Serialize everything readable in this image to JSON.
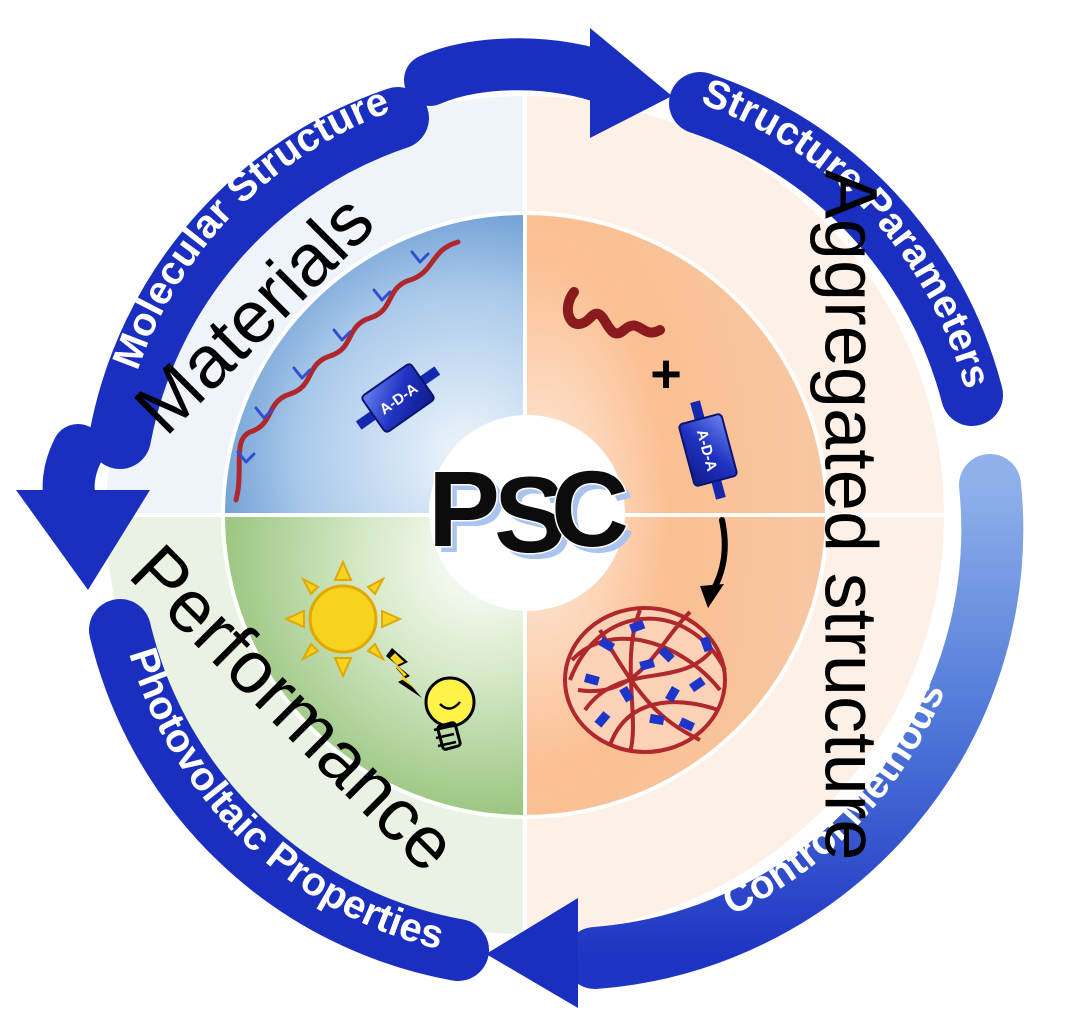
{
  "center": {
    "label": "PSC",
    "letters": [
      "P",
      "S",
      "C"
    ]
  },
  "ring_labels": {
    "top_left": "Molecular Structure",
    "top_right": "Structure Parameters",
    "bottom_right": "Control Methods",
    "bottom_left": "Photovoltaic Properties"
  },
  "quadrants": {
    "top_left": "Materials",
    "right": "Aggregated structure",
    "bottom_left": "Performance"
  },
  "molecule_tag": "A-D-A",
  "plus_sign": "+",
  "colors": {
    "ring_dark": "#1a2fbf",
    "ring_light": "#5f8ee0",
    "materials_bg": "#cfe0f2",
    "aggregated_bg": "#fbc9a6",
    "performance_bg": "#c8e0b4",
    "polymer_red": "#b0272c",
    "sun_yellow": "#f7d21e"
  },
  "icons": [
    "polymer-chain-icon",
    "ada-molecule-icon",
    "sun-icon",
    "lightning-icon",
    "light-bulb-icon",
    "aggregate-network-icon"
  ]
}
